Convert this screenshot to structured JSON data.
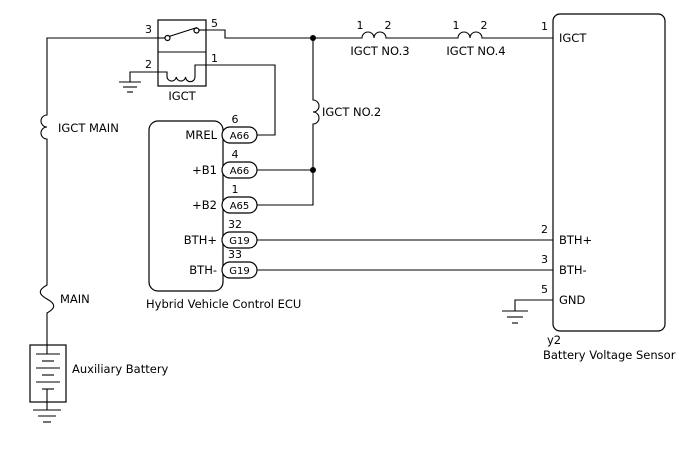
{
  "diagram": {
    "relay": {
      "label": "IGCT",
      "pin_top_left": "3",
      "pin_top_right": "5",
      "pin_bottom_left": "2",
      "pin_bottom_right": "1"
    },
    "fuses": {
      "igct_main_label": "IGCT MAIN",
      "main_label": "MAIN",
      "igct_no2_label": "IGCT NO.2",
      "igct_no3_label": "IGCT NO.3",
      "igct_no3_pin_left": "1",
      "igct_no3_pin_right": "2",
      "igct_no4_label": "IGCT NO.4",
      "igct_no4_pin_left": "1",
      "igct_no4_pin_right": "2"
    },
    "ecu": {
      "label": "Hybrid Vehicle Control ECU",
      "pins": [
        {
          "name": "MREL",
          "connector": "A66",
          "number": "6"
        },
        {
          "name": "+B1",
          "connector": "A66",
          "number": "4"
        },
        {
          "name": "+B2",
          "connector": "A65",
          "number": "1"
        },
        {
          "name": "BTH+",
          "connector": "G19",
          "number": "32"
        },
        {
          "name": "BTH-",
          "connector": "G19",
          "number": "33"
        }
      ]
    },
    "sensor": {
      "code": "y2",
      "label": "Battery Voltage Sensor",
      "pins": [
        {
          "number": "1",
          "name": "IGCT"
        },
        {
          "number": "2",
          "name": "BTH+"
        },
        {
          "number": "3",
          "name": "BTH-"
        },
        {
          "number": "5",
          "name": "GND"
        }
      ]
    },
    "battery_label": "Auxiliary Battery"
  }
}
